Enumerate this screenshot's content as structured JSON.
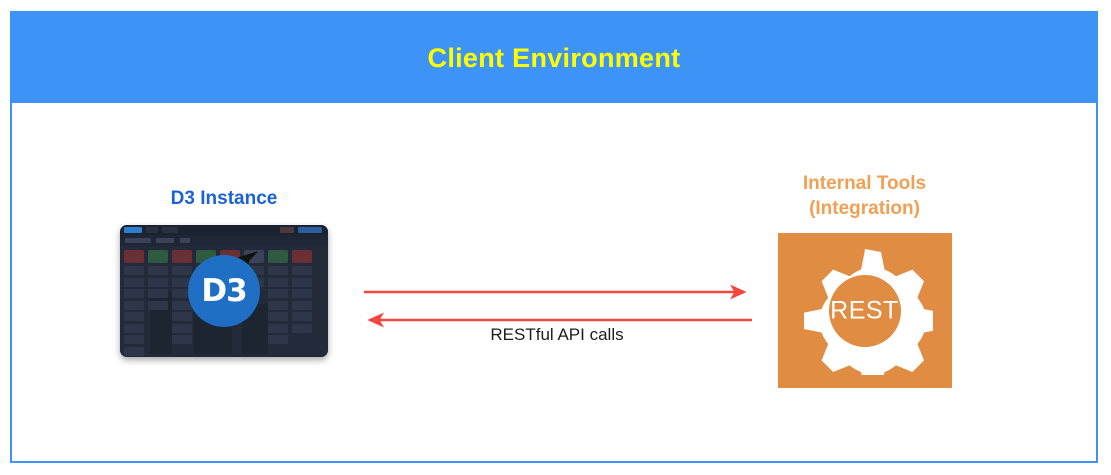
{
  "header": {
    "title": "Client Environment",
    "background_color": "#3d94f6",
    "text_color": "#ffff00"
  },
  "frame": {
    "border_color": "#3d94f6"
  },
  "nodes": {
    "d3_instance": {
      "label": "D3 Instance",
      "label_color": "#1a62d6",
      "logo_text": "D3",
      "logo_color": "#1f6fc4",
      "screenshot_alt": "D3 security operations dashboard"
    },
    "internal_tools": {
      "label_line1": "Internal Tools",
      "label_line2": "(Integration)",
      "label_color": "#f0a055",
      "box_color": "#e08c43",
      "gear_label": "REST",
      "gear_color": "#ffffff"
    }
  },
  "connection": {
    "label": "RESTful API calls",
    "arrow_color": "#f4453f",
    "label_color": "#1c1c1c",
    "direction_outbound": "right",
    "direction_inbound": "left"
  }
}
